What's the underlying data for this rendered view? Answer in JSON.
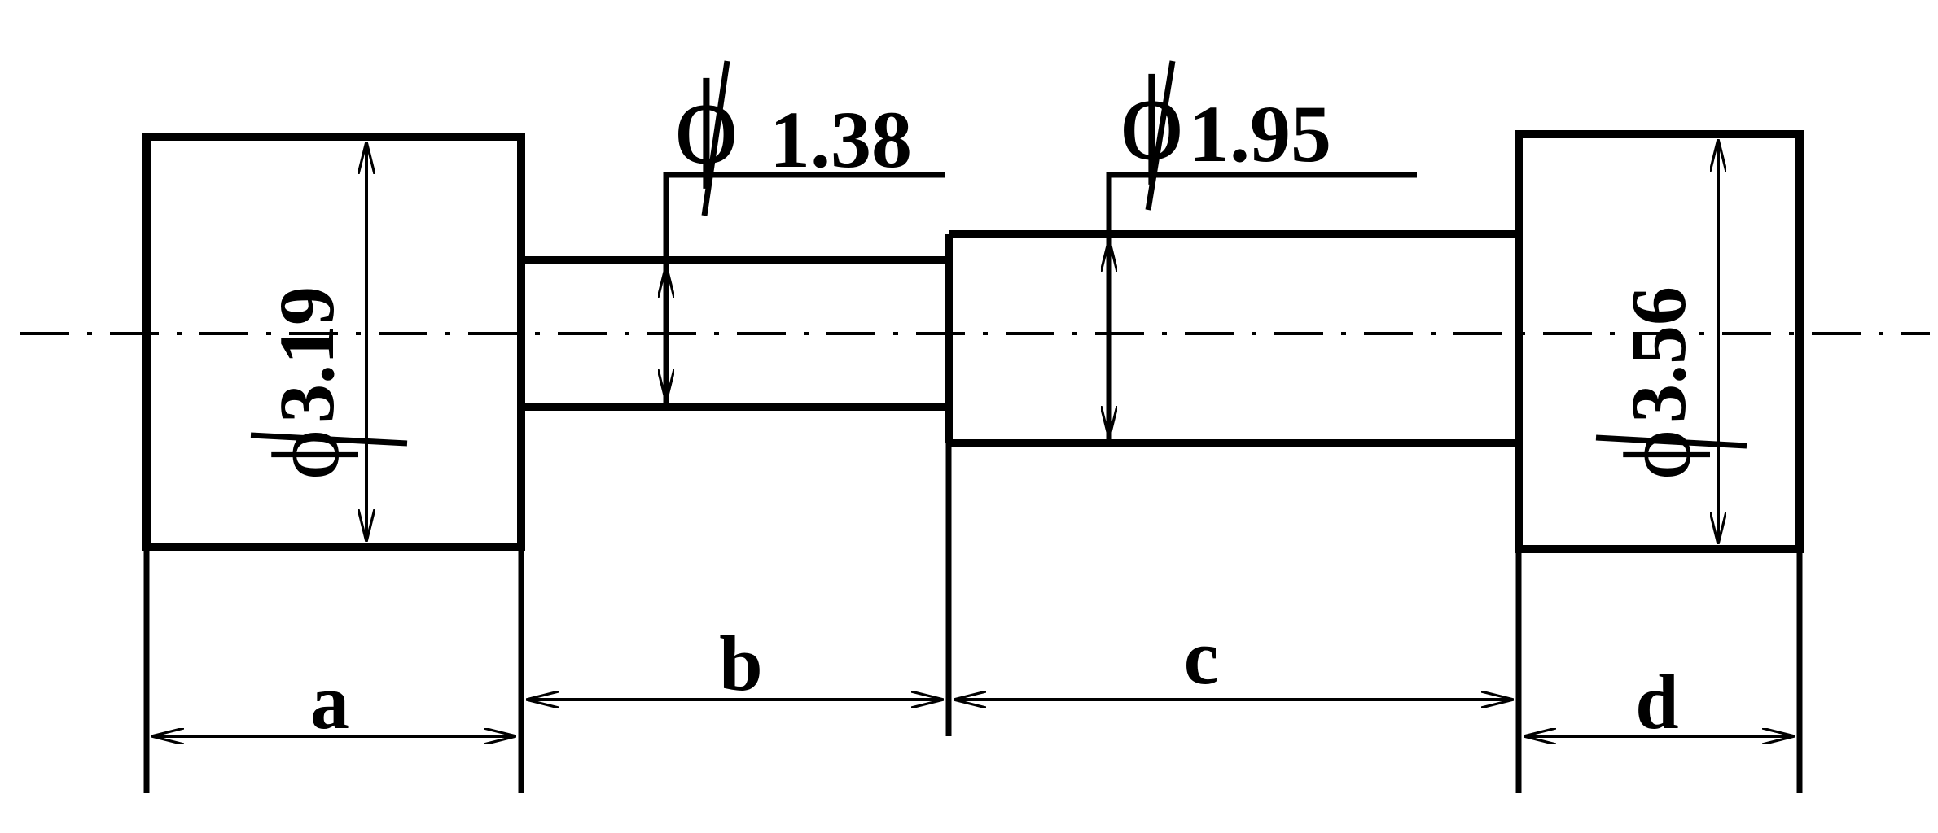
{
  "diagram": {
    "diameters": {
      "left": "3.19",
      "small": "1.38",
      "middle": "1.95",
      "right": "3.56"
    },
    "lengths": {
      "a": "a",
      "b": "b",
      "c": "c",
      "d": "d"
    },
    "line_color": "#000000",
    "background": "#ffffff"
  }
}
